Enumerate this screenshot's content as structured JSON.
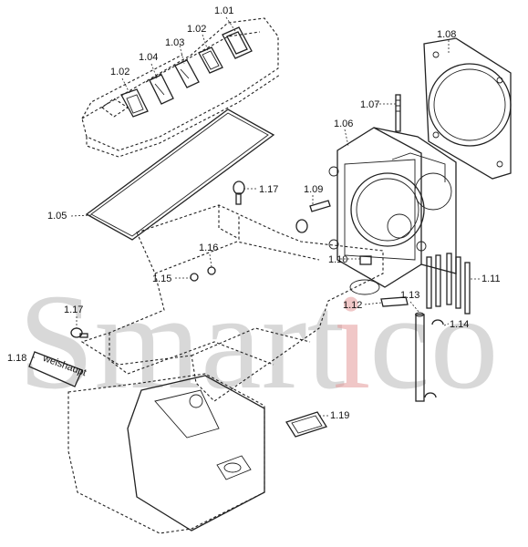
{
  "watermark": {
    "left": "Smart",
    "accent": "i",
    "right": "co",
    "accent_color": "#e59a9a"
  },
  "plate_text": "weishaupt",
  "labels": {
    "l101": "1.01",
    "l102a": "1.02",
    "l102b": "1.02",
    "l103": "1.03",
    "l104": "1.04",
    "l105": "1.05",
    "l106": "1.06",
    "l107": "1.07",
    "l108": "1.08",
    "l109": "1.09",
    "l110": "1.10",
    "l111": "1.11",
    "l112": "1.12",
    "l113": "1.13",
    "l114": "1.14",
    "l115": "1.15",
    "l116": "1.16",
    "l117a": "1.17",
    "l117b": "1.17",
    "l118": "1.18",
    "l119": "1.19"
  }
}
